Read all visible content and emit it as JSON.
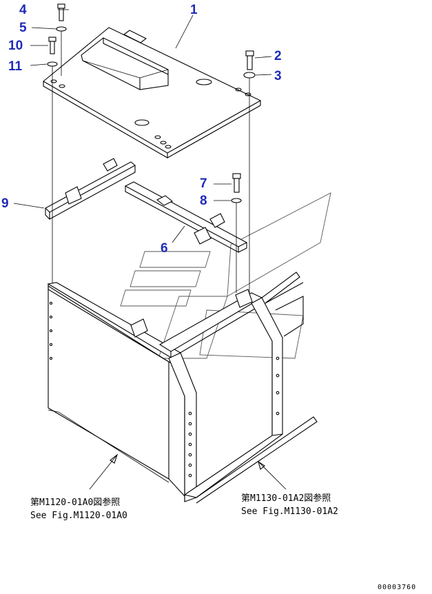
{
  "callouts": [
    {
      "id": "c1",
      "label": "1"
    },
    {
      "id": "c2",
      "label": "2"
    },
    {
      "id": "c3",
      "label": "3"
    },
    {
      "id": "c4",
      "label": "4"
    },
    {
      "id": "c5",
      "label": "5"
    },
    {
      "id": "c6",
      "label": "6"
    },
    {
      "id": "c7",
      "label": "7"
    },
    {
      "id": "c8",
      "label": "8"
    },
    {
      "id": "c9",
      "label": "9"
    },
    {
      "id": "c10",
      "label": "10"
    },
    {
      "id": "c11",
      "label": "11"
    }
  ],
  "references": {
    "left_jp": "第M1120-01A0図参照",
    "left_en": "See Fig.M1120-01A0",
    "right_jp": "第M1130-01A2図参照",
    "right_en": "See Fig.M1130-01A2"
  },
  "drawing_code": "00003760",
  "colors": {
    "callout": "#1f2bb8",
    "line": "#000000",
    "background": "#ffffff"
  }
}
